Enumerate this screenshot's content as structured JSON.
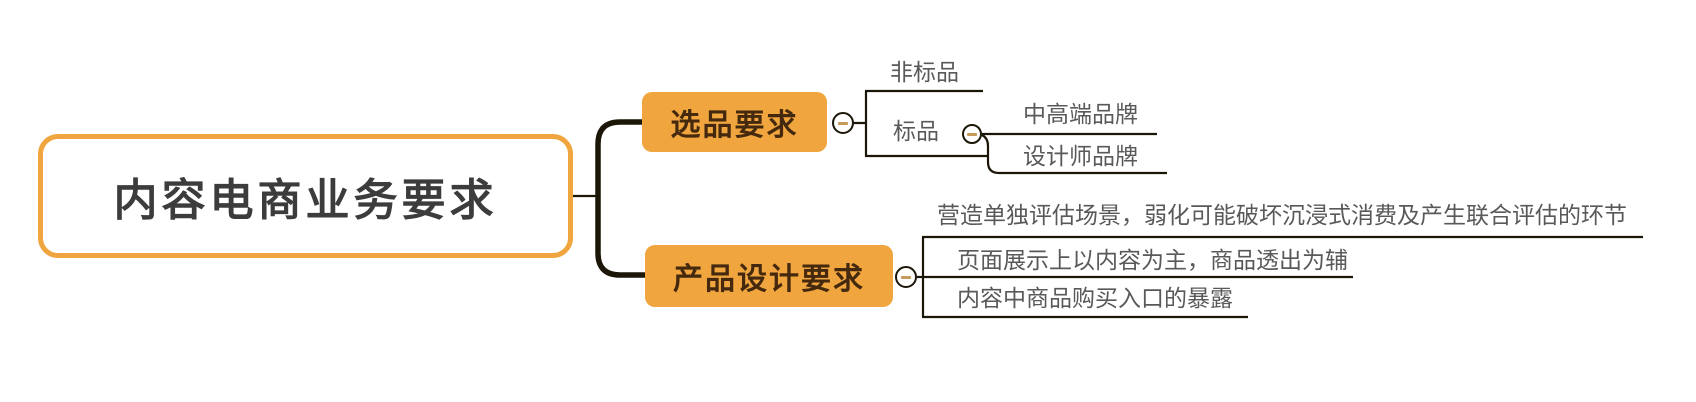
{
  "theme": {
    "background": "#ffffff",
    "node_orange": "#f0a53e",
    "node_text_dark": "#44290e",
    "root_text": "#3c3c3c",
    "leaf_text_gray": "#595959",
    "line_black": "#1c1609",
    "collapse_minus_tan": "#c6995b"
  },
  "mindmap": {
    "root": {
      "label": "内容电商业务要求"
    },
    "branches": [
      {
        "label": "选品要求",
        "children": [
          {
            "label": "非标品"
          },
          {
            "label": "标品",
            "children": [
              {
                "label": "中高端品牌"
              },
              {
                "label": "设计师品牌"
              }
            ]
          }
        ]
      },
      {
        "label": "产品设计要求",
        "children": [
          {
            "label": "营造单独评估场景，弱化可能破坏沉浸式消费及产生联合评估的环节"
          },
          {
            "label": "页面展示上以内容为主，商品透出为辅"
          },
          {
            "label": "内容中商品购买入口的暴露"
          }
        ]
      }
    ]
  }
}
